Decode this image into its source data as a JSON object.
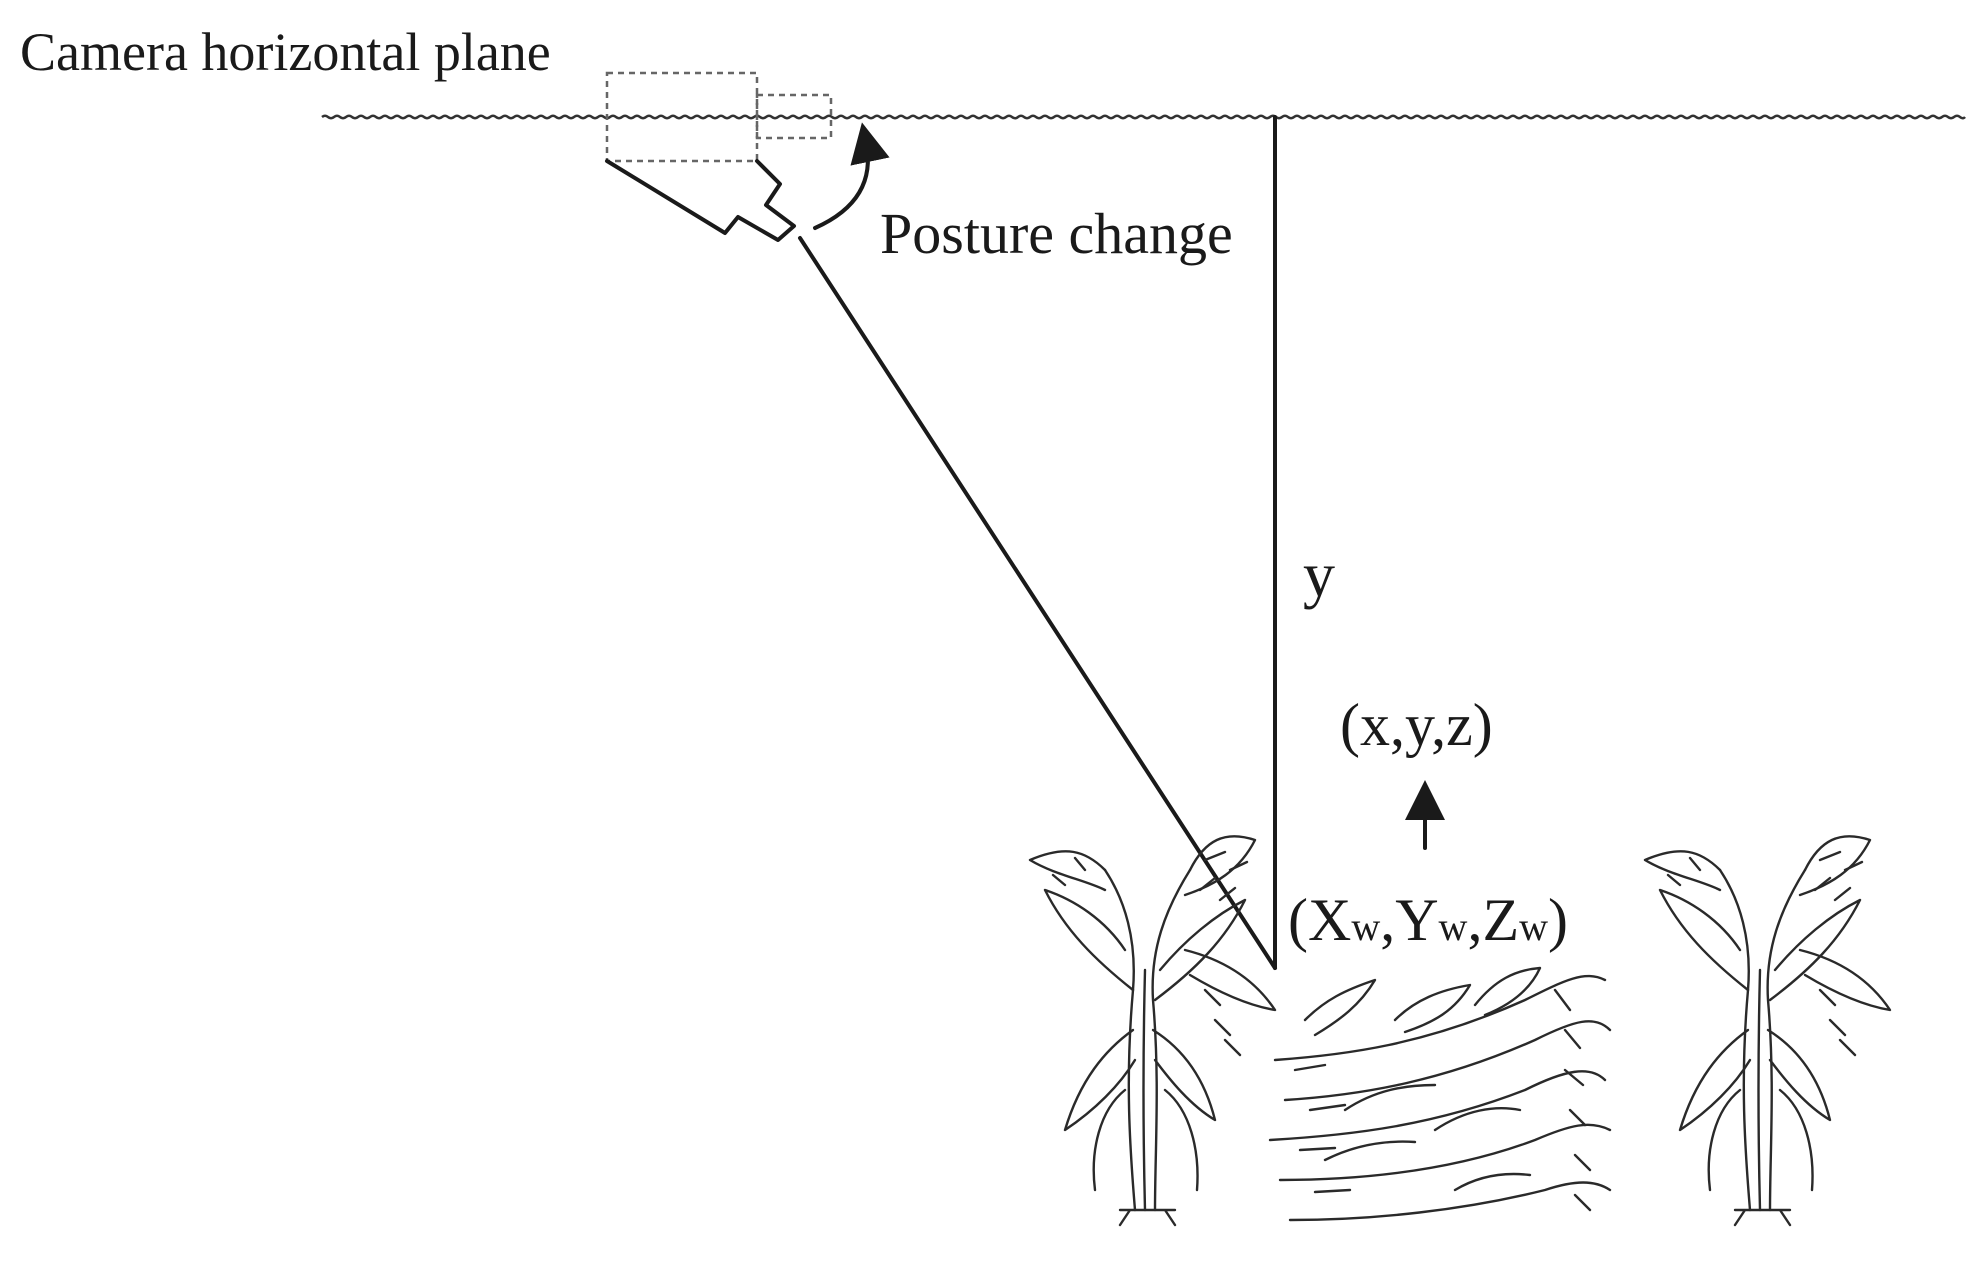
{
  "labels": {
    "plane": "Camera horizontal plane",
    "posture": "Posture change",
    "height": "y",
    "camera_coord": "(x,y,z)",
    "world_coord": {
      "open": "(X",
      "sub1": "w",
      "sep1": ",Y",
      "sub2": "w",
      "sep2": ",Z",
      "sub3": "w",
      "close": ")"
    }
  },
  "icons": [
    "camera-icon",
    "camera-previous-pose-icon",
    "rotation-arrow-icon",
    "up-arrow-icon",
    "plant-left-icon",
    "plant-fallen-icon",
    "plant-right-icon"
  ],
  "colors": {
    "ink": "#1a1a1a",
    "dashed": "#666666",
    "background": "#ffffff"
  }
}
